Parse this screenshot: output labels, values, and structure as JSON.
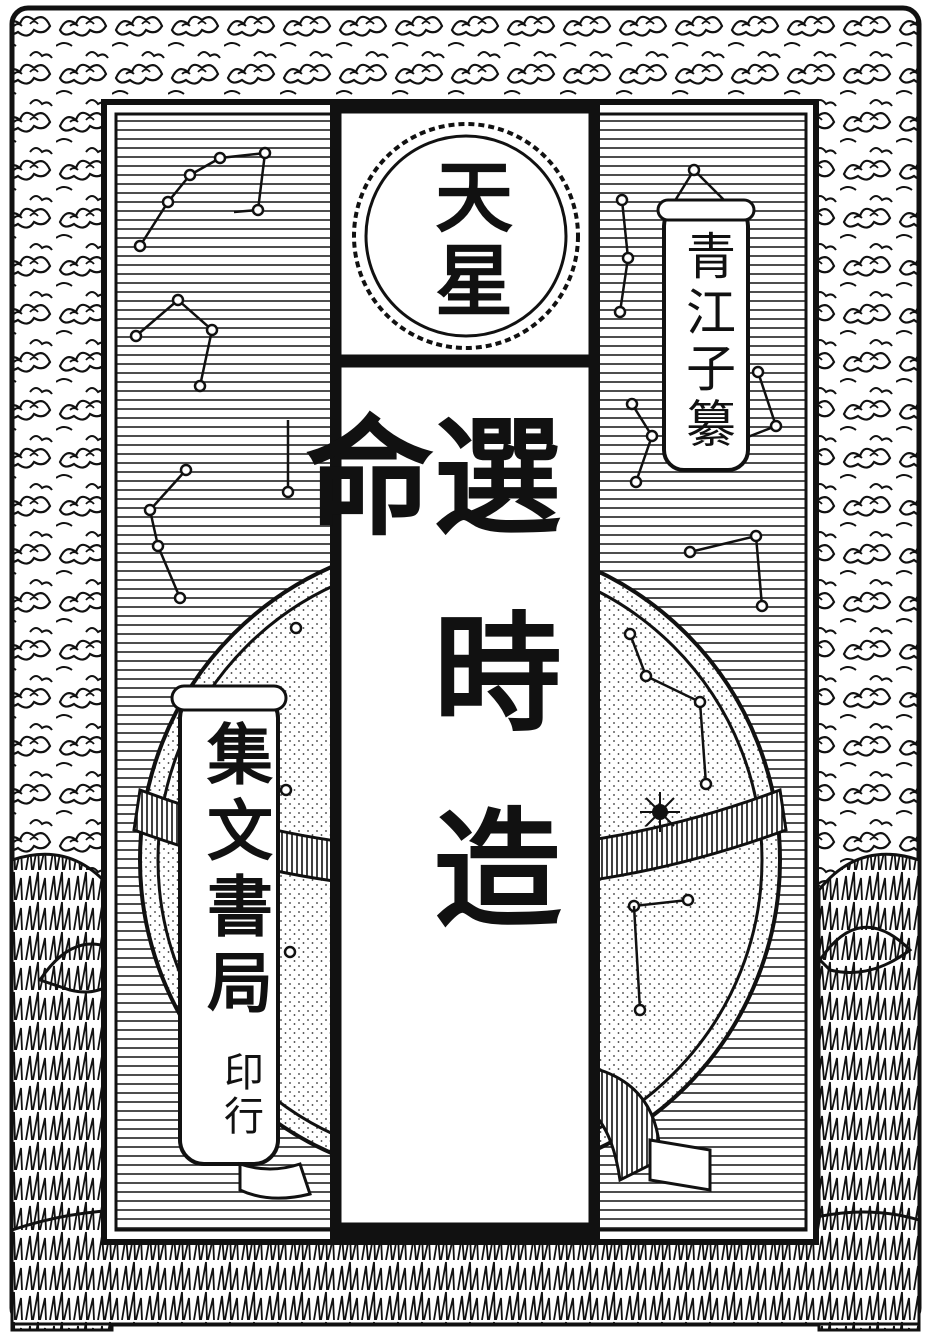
{
  "cover": {
    "seal_text": "天星",
    "main_title": "選時造命",
    "author_text": "青江子纂",
    "publisher_name": "集文書局",
    "publisher_action": "印行"
  },
  "colors": {
    "ink": "#111111",
    "paper": "#ffffff"
  },
  "decoration": {
    "border_motif": "cloud-pattern",
    "background_motif": "constellation-lines",
    "center_motif": "armillary-sphere",
    "base_motif": "sea-waves"
  }
}
